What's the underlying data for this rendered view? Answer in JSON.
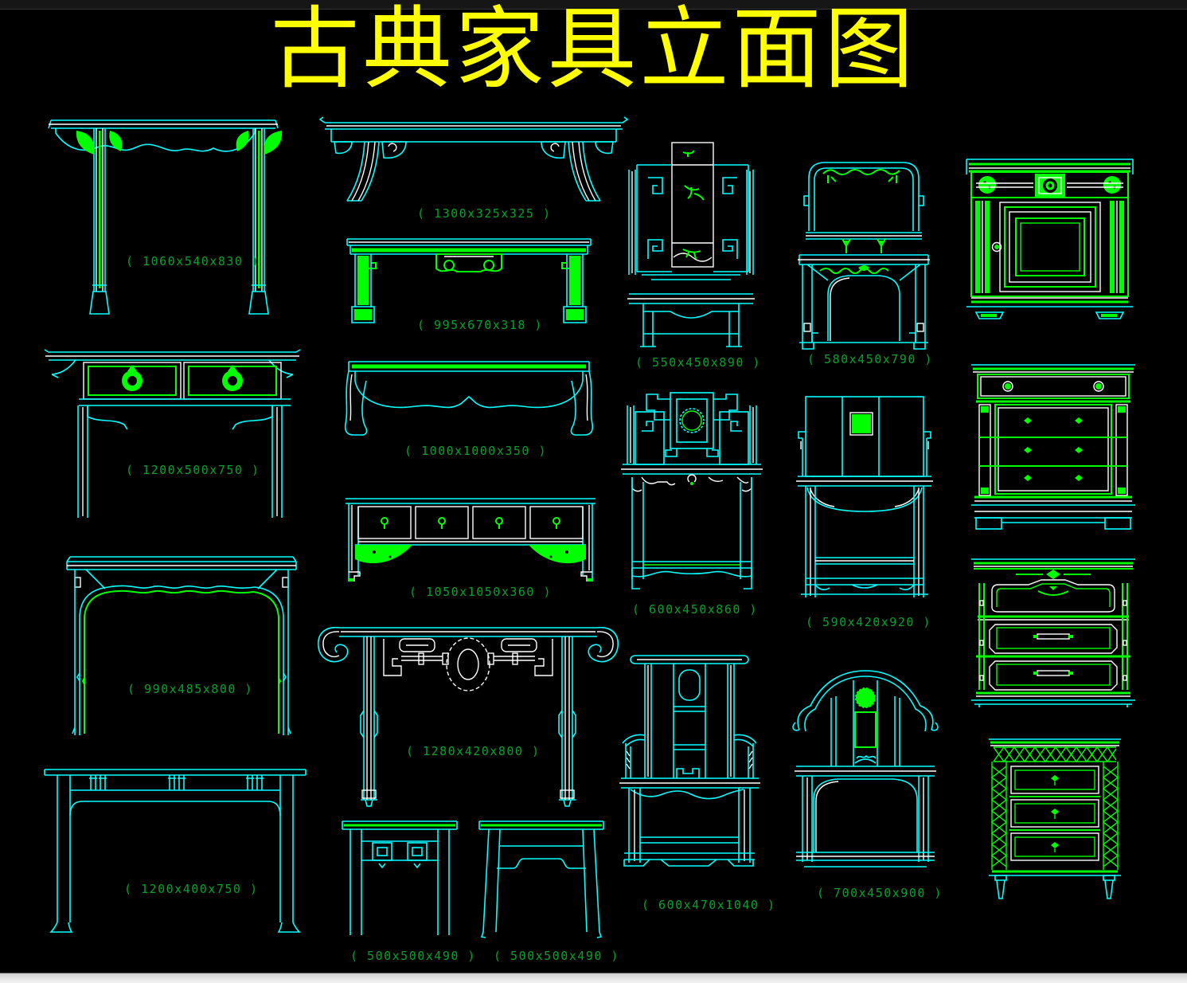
{
  "page": {
    "title": "古典家具立面图",
    "background": "#000000"
  },
  "colors": {
    "title_text": "#ffff00",
    "outline": "#00ffff",
    "accent_green": "#00ff00",
    "detail_white": "#ffffff",
    "label_green": "#00a32b"
  },
  "items": [
    {
      "id": "console-table-carved-spandrels",
      "label": "( 1060x540x830 )"
    },
    {
      "id": "recessed-leg-altar-bench",
      "label": "( 1300x325x325 )"
    },
    {
      "id": "green-kang-table",
      "label": "( 995x670x318 )"
    },
    {
      "id": "fret-back-screen-stand",
      "label": "( 550x450x890 )"
    },
    {
      "id": "arched-mirror-stand",
      "label": "( 580x450x790 )"
    },
    {
      "id": "green-single-door-cabinet",
      "label": ""
    },
    {
      "id": "two-drawer-console-table",
      "label": "( 1200x500x750 )"
    },
    {
      "id": "cabriole-leg-kang-table",
      "label": "( 1000x1000x350 )"
    },
    {
      "id": "four-drawer-sideboard",
      "label": "( 1050x1050x360 )"
    },
    {
      "id": "fret-back-throne-chair",
      "label": "( 600x450x860 )"
    },
    {
      "id": "panel-back-armchair",
      "label": "( 590x420x920 )"
    },
    {
      "id": "green-column-chest",
      "label": ""
    },
    {
      "id": "curved-apron-side-table",
      "label": "( 990x485x800 )"
    },
    {
      "id": "scroll-end-altar-table",
      "label": "( 1280x420x800 )"
    },
    {
      "id": "crested-two-drawer-nightstand",
      "label": ""
    },
    {
      "id": "humpback-stretcher-table",
      "label": "( 1200x400x750 )"
    },
    {
      "id": "official-hat-armchair",
      "label": "( 600x470x1040 )"
    },
    {
      "id": "horseshoe-back-armchair",
      "label": "( 700x450x900 )"
    },
    {
      "id": "lattice-three-drawer-nightstand",
      "label": ""
    },
    {
      "id": "square-stool-straight-legs",
      "label": "( 500x500x490 )"
    },
    {
      "id": "square-stool-splayed-legs",
      "label": "( 500x500x490 )"
    }
  ]
}
